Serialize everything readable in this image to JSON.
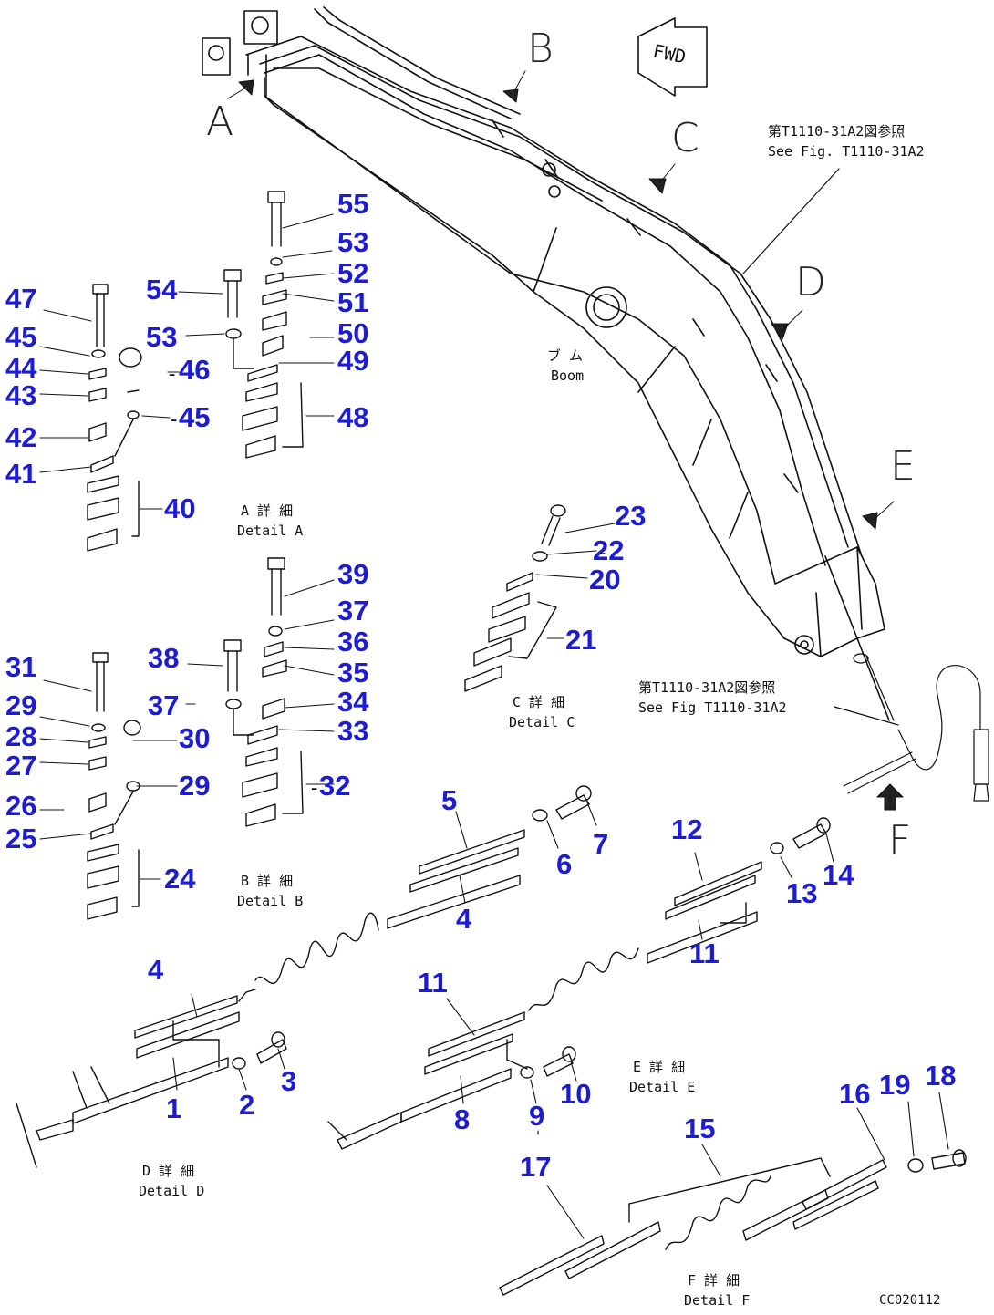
{
  "view_letters": {
    "A": "A",
    "B": "B",
    "C": "C",
    "D": "D",
    "E": "E",
    "F": "F"
  },
  "fwd": "FWD",
  "boom_jp": "ブ ム",
  "boom_en": "Boom",
  "ref_top_jp": "第T1110-31A2図参照",
  "ref_top_en": "See Fig. T1110-31A2",
  "ref_bot_jp": "第T1110-31A2図参照",
  "ref_bot_en": "See Fig T1110-31A2",
  "details": {
    "A": {
      "jp": "A 詳 細",
      "en": "Detail A"
    },
    "B": {
      "jp": "B 詳 細",
      "en": "Detail B"
    },
    "C": {
      "jp": "C 詳 細",
      "en": "Detail C"
    },
    "D": {
      "jp": "D 詳 細",
      "en": "Detail D"
    },
    "E": {
      "jp": "E 詳 細",
      "en": "Detail E"
    },
    "F": {
      "jp": "F 詳 細",
      "en": "Detail F"
    }
  },
  "drawing_code": "CC020112",
  "callouts": [
    "1",
    "2",
    "3",
    "4",
    "4",
    "4",
    "5",
    "6",
    "7",
    "8",
    "9",
    "10",
    "11",
    "11",
    "12",
    "13",
    "14",
    "15",
    "16",
    "17",
    "18",
    "19",
    "20",
    "21",
    "22",
    "23",
    "24",
    "25",
    "26",
    "27",
    "28",
    "29",
    "29",
    "30",
    "31",
    "32",
    "33",
    "34",
    "35",
    "36",
    "37",
    "37",
    "38",
    "39",
    "40",
    "41",
    "42",
    "43",
    "44",
    "45",
    "45",
    "46",
    "47",
    "48",
    "49",
    "50",
    "51",
    "52",
    "53",
    "53",
    "54",
    "55"
  ],
  "colors": {
    "callout": "#1c1cd8",
    "line": "#111111"
  }
}
